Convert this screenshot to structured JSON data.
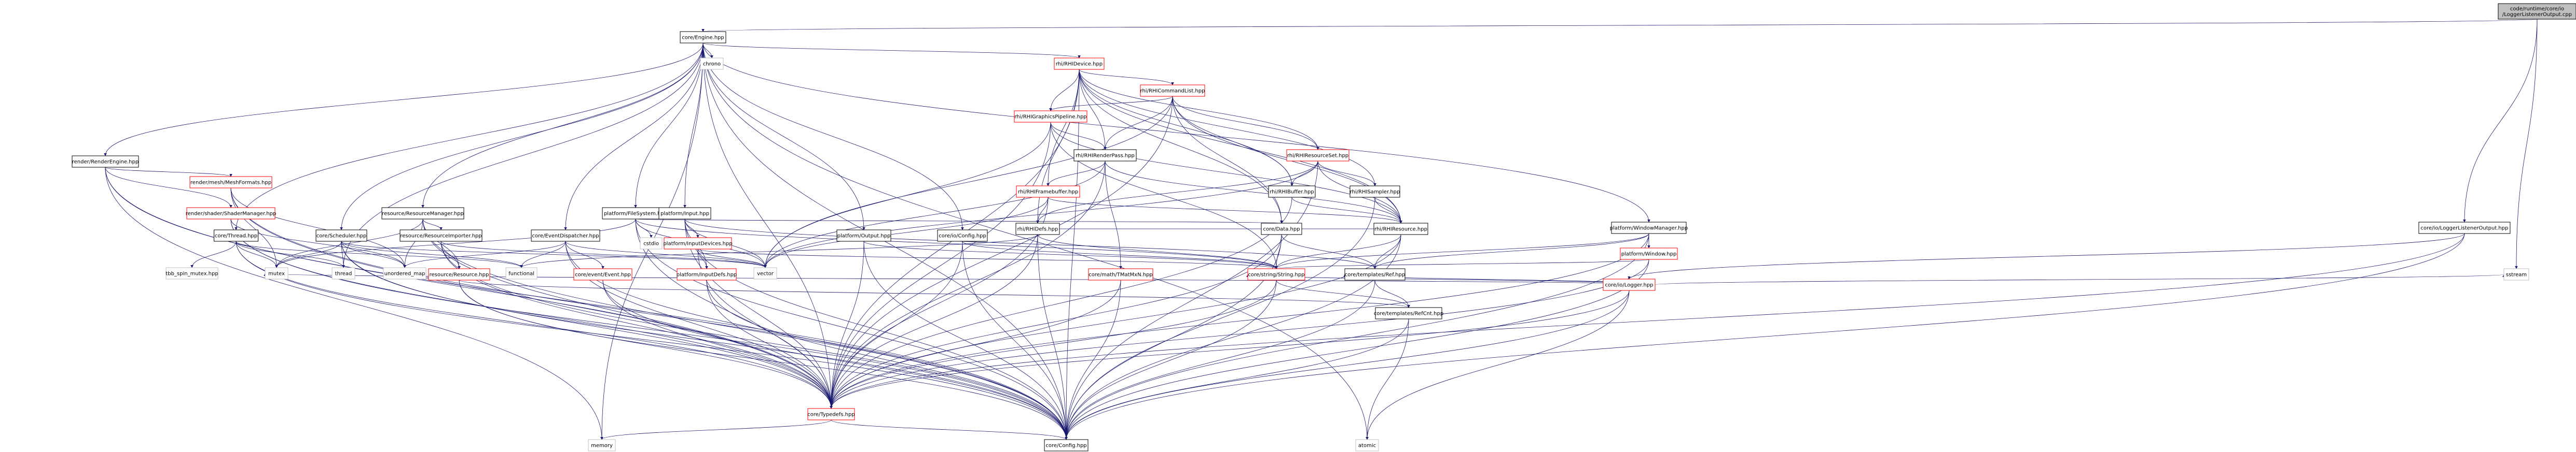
{
  "diagram": {
    "kind": "include-dependency-graph",
    "nodes": [
      {
        "id": "root",
        "label": "code/runtime/core/io\n/LoggerListenerOutput.cpp",
        "style": "root"
      },
      {
        "id": "engine",
        "label": "core/Engine.hpp",
        "style": "plain"
      },
      {
        "id": "memory",
        "label": "memory",
        "style": "system"
      },
      {
        "id": "renderengine",
        "label": "render/RenderEngine.hpp",
        "style": "plain"
      },
      {
        "id": "meshformats",
        "label": "render/mesh/MeshFormats.hpp",
        "style": "red"
      },
      {
        "id": "shadermanager",
        "label": "render/shader/ShaderManager.hpp",
        "style": "red"
      },
      {
        "id": "typedefs",
        "label": "core/Typedefs.hpp",
        "style": "red"
      },
      {
        "id": "config",
        "label": "core/Config.hpp",
        "style": "plain"
      },
      {
        "id": "thread_hpp",
        "label": "core/Thread.hpp",
        "style": "plain"
      },
      {
        "id": "tbb",
        "label": "tbb_spin_mutex.hpp",
        "style": "system"
      },
      {
        "id": "mutex",
        "label": "mutex",
        "style": "system"
      },
      {
        "id": "thread",
        "label": "thread",
        "style": "system"
      },
      {
        "id": "scheduler",
        "label": "core/Scheduler.hpp",
        "style": "plain"
      },
      {
        "id": "unordered_map",
        "label": "unordered_map",
        "style": "system"
      },
      {
        "id": "resmanager",
        "label": "resource/ResourceManager.hpp",
        "style": "plain"
      },
      {
        "id": "resimporter",
        "label": "resource/ResourceImporter.hpp",
        "style": "plain"
      },
      {
        "id": "resource",
        "label": "resource/Resource.hpp",
        "style": "red"
      },
      {
        "id": "functional",
        "label": "functional",
        "style": "system"
      },
      {
        "id": "eventdispatcher",
        "label": "core/EventDispatcher.hpp",
        "style": "plain"
      },
      {
        "id": "event",
        "label": "core/event/Event.hpp",
        "style": "red"
      },
      {
        "id": "filesystem",
        "label": "platform/FileSystem.hpp",
        "style": "plain"
      },
      {
        "id": "cstdio",
        "label": "cstdio",
        "style": "system"
      },
      {
        "id": "vector",
        "label": "vector",
        "style": "system"
      },
      {
        "id": "input",
        "label": "platform/Input.hpp",
        "style": "plain"
      },
      {
        "id": "inputdevices",
        "label": "platform/InputDevices.hpp",
        "style": "red"
      },
      {
        "id": "inputdefs",
        "label": "platform/InputDefs.hpp",
        "style": "red"
      },
      {
        "id": "chrono",
        "label": "chrono",
        "style": "system"
      },
      {
        "id": "output",
        "label": "platform/Output.hpp",
        "style": "plain"
      },
      {
        "id": "ioconfig",
        "label": "core/io/Config.hpp",
        "style": "plain"
      },
      {
        "id": "rhidevice",
        "label": "rhi/RHIDevice.hpp",
        "style": "red"
      },
      {
        "id": "rhicmdlist",
        "label": "rhi/RHICommandList.hpp",
        "style": "red"
      },
      {
        "id": "rhigfxpipeline",
        "label": "rhi/RHIGraphicsPipeline.hpp",
        "style": "red"
      },
      {
        "id": "rhirenderpass",
        "label": "rhi/RHIRenderPass.hpp",
        "style": "plain"
      },
      {
        "id": "rhiframebuffer",
        "label": "rhi/RHIFramebuffer.hpp",
        "style": "red"
      },
      {
        "id": "rhidefs",
        "label": "rhi/RHIDefs.hpp",
        "style": "plain"
      },
      {
        "id": "rhiresourceset",
        "label": "rhi/RHIResourceSet.hpp",
        "style": "red"
      },
      {
        "id": "rhibuffer",
        "label": "rhi/RHIBuffer.hpp",
        "style": "plain"
      },
      {
        "id": "rhisampler",
        "label": "rhi/RHISampler.hpp",
        "style": "plain"
      },
      {
        "id": "rhiresource",
        "label": "rhi/RHIResource.hpp",
        "style": "plain"
      },
      {
        "id": "coredata",
        "label": "core/Data.hpp",
        "style": "plain"
      },
      {
        "id": "tmvmath",
        "label": "core/math/TMatMxN.hpp",
        "style": "red"
      },
      {
        "id": "string",
        "label": "core/string/String.hpp",
        "style": "red"
      },
      {
        "id": "ref",
        "label": "core/templates/Ref.hpp",
        "style": "plain"
      },
      {
        "id": "refcnt",
        "label": "core/templates/RefCnt.hpp",
        "style": "plain"
      },
      {
        "id": "atomic",
        "label": "atomic",
        "style": "system"
      },
      {
        "id": "windowmanager",
        "label": "platform/WindowManager.hpp",
        "style": "plain"
      },
      {
        "id": "window",
        "label": "platform/Window.hpp",
        "style": "red"
      },
      {
        "id": "logger",
        "label": "core/io/Logger.hpp",
        "style": "red"
      },
      {
        "id": "sstream",
        "label": "sstream",
        "style": "system"
      },
      {
        "id": "listeneroutput",
        "label": "core/io/LoggerListenerOutput.hpp",
        "style": "plain"
      }
    ],
    "edges": [
      [
        "root",
        "engine"
      ],
      [
        "root",
        "listeneroutput"
      ],
      [
        "root",
        "sstream"
      ],
      [
        "engine",
        "memory"
      ],
      [
        "engine",
        "renderengine"
      ],
      [
        "engine",
        "typedefs"
      ],
      [
        "engine",
        "config"
      ],
      [
        "engine",
        "thread_hpp"
      ],
      [
        "engine",
        "scheduler"
      ],
      [
        "engine",
        "resmanager"
      ],
      [
        "engine",
        "eventdispatcher"
      ],
      [
        "engine",
        "filesystem"
      ],
      [
        "engine",
        "input"
      ],
      [
        "engine",
        "chrono"
      ],
      [
        "engine",
        "output"
      ],
      [
        "engine",
        "ioconfig"
      ],
      [
        "engine",
        "rhidevice"
      ],
      [
        "engine",
        "windowmanager"
      ],
      [
        "engine",
        "atomic"
      ],
      [
        "engine",
        "thread"
      ],
      [
        "renderengine",
        "meshformats"
      ],
      [
        "renderengine",
        "shadermanager"
      ],
      [
        "renderengine",
        "typedefs"
      ],
      [
        "renderengine",
        "config"
      ],
      [
        "renderengine",
        "memory"
      ],
      [
        "meshformats",
        "typedefs"
      ],
      [
        "meshformats",
        "config"
      ],
      [
        "meshformats",
        "unordered_map"
      ],
      [
        "meshformats",
        "mutex"
      ],
      [
        "shadermanager",
        "typedefs"
      ],
      [
        "shadermanager",
        "config"
      ],
      [
        "shadermanager",
        "unordered_map"
      ],
      [
        "thread_hpp",
        "tbb"
      ],
      [
        "thread_hpp",
        "mutex"
      ],
      [
        "thread_hpp",
        "thread"
      ],
      [
        "thread_hpp",
        "typedefs"
      ],
      [
        "thread_hpp",
        "config"
      ],
      [
        "thread_hpp",
        "functional"
      ],
      [
        "scheduler",
        "typedefs"
      ],
      [
        "scheduler",
        "config"
      ],
      [
        "scheduler",
        "mutex"
      ],
      [
        "scheduler",
        "thread"
      ],
      [
        "scheduler",
        "functional"
      ],
      [
        "scheduler",
        "unordered_map"
      ],
      [
        "scheduler",
        "vector"
      ],
      [
        "resmanager",
        "resimporter"
      ],
      [
        "resmanager",
        "resource"
      ],
      [
        "resmanager",
        "typedefs"
      ],
      [
        "resmanager",
        "config"
      ],
      [
        "resmanager",
        "unordered_map"
      ],
      [
        "resmanager",
        "mutex"
      ],
      [
        "resimporter",
        "resource"
      ],
      [
        "resimporter",
        "typedefs"
      ],
      [
        "resimporter",
        "config"
      ],
      [
        "resimporter",
        "vector"
      ],
      [
        "resource",
        "typedefs"
      ],
      [
        "resource",
        "config"
      ],
      [
        "resource",
        "refcnt"
      ],
      [
        "eventdispatcher",
        "event"
      ],
      [
        "eventdispatcher",
        "typedefs"
      ],
      [
        "eventdispatcher",
        "config"
      ],
      [
        "eventdispatcher",
        "functional"
      ],
      [
        "eventdispatcher",
        "vector"
      ],
      [
        "eventdispatcher",
        "unordered_map"
      ],
      [
        "event",
        "typedefs"
      ],
      [
        "event",
        "config"
      ],
      [
        "filesystem",
        "typedefs"
      ],
      [
        "filesystem",
        "config"
      ],
      [
        "filesystem",
        "cstdio"
      ],
      [
        "filesystem",
        "vector"
      ],
      [
        "filesystem",
        "string"
      ],
      [
        "filesystem",
        "mutex"
      ],
      [
        "filesystem",
        "coredata"
      ],
      [
        "input",
        "inputdevices"
      ],
      [
        "input",
        "inputdefs"
      ],
      [
        "input",
        "typedefs"
      ],
      [
        "input",
        "config"
      ],
      [
        "input",
        "vector"
      ],
      [
        "input",
        "ref"
      ],
      [
        "inputdevices",
        "inputdefs"
      ],
      [
        "inputdevices",
        "typedefs"
      ],
      [
        "inputdevices",
        "vector"
      ],
      [
        "inputdevices",
        "string"
      ],
      [
        "inputdefs",
        "typedefs"
      ],
      [
        "inputdefs",
        "config"
      ],
      [
        "output",
        "typedefs"
      ],
      [
        "output",
        "config"
      ],
      [
        "output",
        "string"
      ],
      [
        "ioconfig",
        "typedefs"
      ],
      [
        "ioconfig",
        "config"
      ],
      [
        "ioconfig",
        "string"
      ],
      [
        "rhidevice",
        "rhicmdlist"
      ],
      [
        "rhidevice",
        "rhigfxpipeline"
      ],
      [
        "rhidevice",
        "rhirenderpass"
      ],
      [
        "rhidevice",
        "rhiframebuffer"
      ],
      [
        "rhidevice",
        "rhidefs"
      ],
      [
        "rhidevice",
        "rhiresourceset"
      ],
      [
        "rhidevice",
        "rhibuffer"
      ],
      [
        "rhidevice",
        "rhisampler"
      ],
      [
        "rhidevice",
        "rhiresource"
      ],
      [
        "rhidevice",
        "typedefs"
      ],
      [
        "rhidevice",
        "config"
      ],
      [
        "rhidevice",
        "coredata"
      ],
      [
        "rhicmdlist",
        "rhigfxpipeline"
      ],
      [
        "rhicmdlist",
        "rhirenderpass"
      ],
      [
        "rhicmdlist",
        "rhiresourceset"
      ],
      [
        "rhicmdlist",
        "rhibuffer"
      ],
      [
        "rhicmdlist",
        "rhiresource"
      ],
      [
        "rhicmdlist",
        "coredata"
      ],
      [
        "rhicmdlist",
        "vector"
      ],
      [
        "rhicmdlist",
        "typedefs"
      ],
      [
        "rhigfxpipeline",
        "rhirenderpass"
      ],
      [
        "rhigfxpipeline",
        "rhiresource"
      ],
      [
        "rhigfxpipeline",
        "vector"
      ],
      [
        "rhigfxpipeline",
        "typedefs"
      ],
      [
        "rhigfxpipeline",
        "string"
      ],
      [
        "rhirenderpass",
        "rhiframebuffer"
      ],
      [
        "rhirenderpass",
        "rhiresource"
      ],
      [
        "rhirenderpass",
        "vector"
      ],
      [
        "rhirenderpass",
        "typedefs"
      ],
      [
        "rhirenderpass",
        "tmvmath"
      ],
      [
        "rhiframebuffer",
        "rhiresource"
      ],
      [
        "rhiframebuffer",
        "rhidefs"
      ],
      [
        "rhiframebuffer",
        "vector"
      ],
      [
        "rhiframebuffer",
        "typedefs"
      ],
      [
        "rhiresourceset",
        "rhibuffer"
      ],
      [
        "rhiresourceset",
        "rhisampler"
      ],
      [
        "rhiresourceset",
        "rhiresource"
      ],
      [
        "rhiresourceset",
        "rhidefs"
      ],
      [
        "rhiresourceset",
        "vector"
      ],
      [
        "rhiresourceset",
        "config"
      ],
      [
        "rhibuffer",
        "rhiresource"
      ],
      [
        "rhibuffer",
        "typedefs"
      ],
      [
        "rhisampler",
        "rhiresource"
      ],
      [
        "rhisampler",
        "config"
      ],
      [
        "rhiresource",
        "rhidefs"
      ],
      [
        "rhiresource",
        "ref"
      ],
      [
        "rhiresource",
        "string"
      ],
      [
        "rhiresource",
        "typedefs"
      ],
      [
        "rhiresource",
        "config"
      ],
      [
        "rhidefs",
        "typedefs"
      ],
      [
        "rhidefs",
        "config"
      ],
      [
        "rhidefs",
        "string"
      ],
      [
        "rhidefs",
        "functional"
      ],
      [
        "coredata",
        "typedefs"
      ],
      [
        "coredata",
        "config"
      ],
      [
        "coredata",
        "string"
      ],
      [
        "coredata",
        "ref"
      ],
      [
        "tmvmath",
        "typedefs"
      ],
      [
        "tmvmath",
        "config"
      ],
      [
        "string",
        "typedefs"
      ],
      [
        "string",
        "config"
      ],
      [
        "string",
        "refcnt"
      ],
      [
        "ref",
        "refcnt"
      ],
      [
        "ref",
        "config"
      ],
      [
        "refcnt",
        "config"
      ],
      [
        "refcnt",
        "atomic"
      ],
      [
        "typedefs",
        "config"
      ],
      [
        "typedefs",
        "memory"
      ],
      [
        "windowmanager",
        "window"
      ],
      [
        "windowmanager",
        "string"
      ],
      [
        "windowmanager",
        "typedefs"
      ],
      [
        "windowmanager",
        "config"
      ],
      [
        "windowmanager",
        "ref"
      ],
      [
        "window",
        "typedefs"
      ],
      [
        "window",
        "config"
      ],
      [
        "window",
        "string"
      ],
      [
        "listeneroutput",
        "logger"
      ],
      [
        "listeneroutput",
        "typedefs"
      ],
      [
        "listeneroutput",
        "config"
      ],
      [
        "logger",
        "typedefs"
      ],
      [
        "logger",
        "config"
      ],
      [
        "logger",
        "string"
      ],
      [
        "logger",
        "ref"
      ],
      [
        "logger",
        "mutex"
      ],
      [
        "logger",
        "sstream"
      ],
      [
        "logger",
        "atomic"
      ]
    ]
  },
  "colors": {
    "root_fill": "#bfbfbf",
    "node_fill": "#ffffff",
    "node_stroke_plain": "#000000",
    "node_stroke_red": "#ff0000",
    "node_stroke_system": "#bfbfbf",
    "edge": "#191970"
  }
}
